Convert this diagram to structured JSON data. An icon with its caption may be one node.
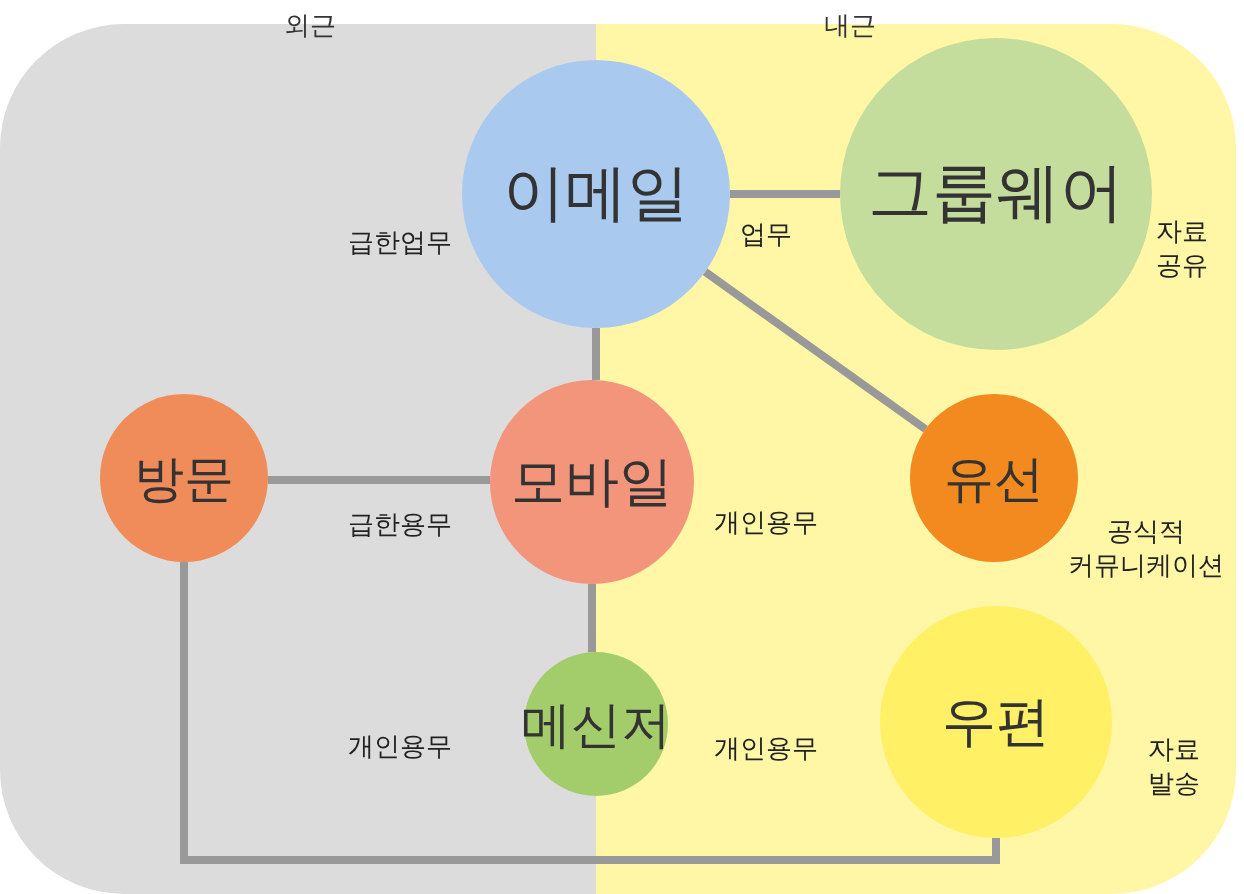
{
  "diagram": {
    "nodes": [
      {
        "text": [
          "외근"
        ]
      },
      {
        "text": [
          "내근"
        ]
      },
      {
        "text": [
          "이메일"
        ],
        "beside": [
          "급한업무",
          "업무"
        ]
      },
      {
        "text": [
          "그룹웨어"
        ],
        "in": 1,
        "beside": [
          "자료 공유"
        ]
      },
      {
        "text": [
          "방문"
        ],
        "in": 0
      },
      {
        "text": [
          "모바일"
        ],
        "beside": [
          "급한용무",
          "개인용무"
        ]
      },
      {
        "text": [
          "유선"
        ],
        "in": 1,
        "beside": [
          "공식적 커뮤니케이션"
        ]
      },
      {
        "text": [
          "메신저"
        ],
        "beside": [
          "개인용무",
          "개인용무"
        ]
      },
      {
        "text": [
          "우편"
        ],
        "in": 1,
        "beside": [
          "자료 발송"
        ]
      }
    ],
    "edges": [
      {
        "from": 2,
        "to": 3,
        "arrow": "none"
      },
      {
        "from": 2,
        "to": 5,
        "arrow": "none"
      },
      {
        "from": 2,
        "to": 6,
        "arrow": "none"
      },
      {
        "from": 4,
        "to": 5,
        "arrow": "none"
      },
      {
        "from": 5,
        "to": 7,
        "arrow": "none"
      },
      {
        "from": 4,
        "to": 8,
        "arrow": "none"
      }
    ]
  }
}
